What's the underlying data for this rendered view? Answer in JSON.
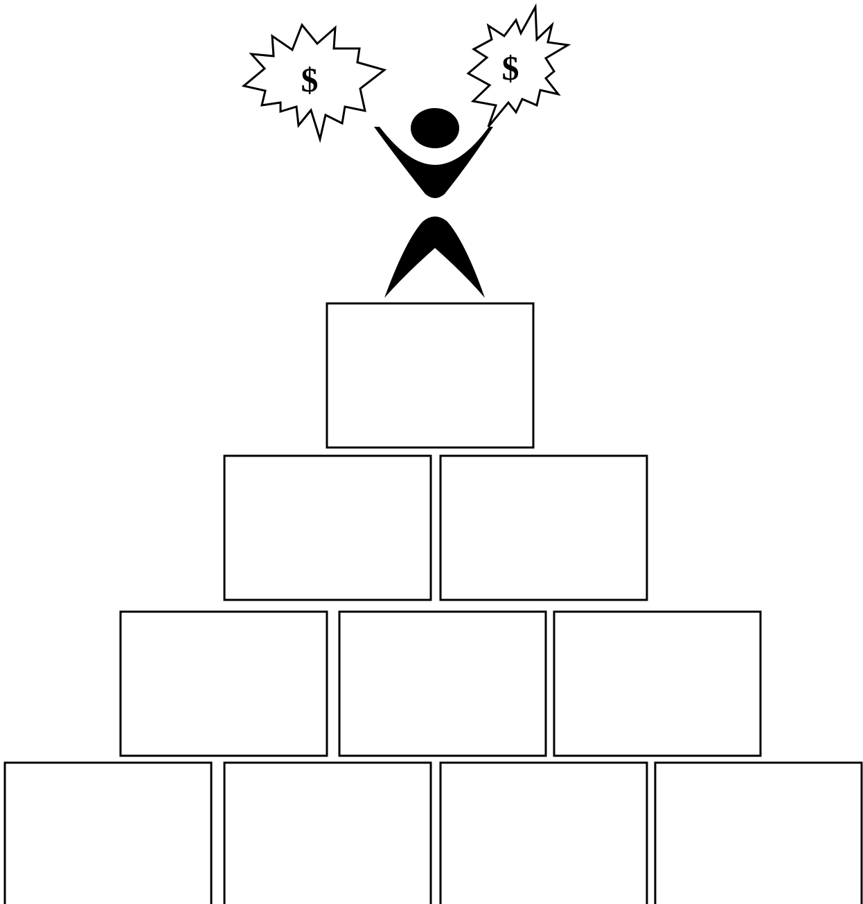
{
  "diagram": {
    "burst_left": {
      "symbol": "$"
    },
    "burst_right": {
      "symbol": "$"
    },
    "pyramid": {
      "rows": [
        {
          "row": "top",
          "block_count": 1
        },
        {
          "row": "second",
          "block_count": 2
        },
        {
          "row": "third",
          "block_count": 3
        },
        {
          "row": "bottom",
          "block_count": 4
        }
      ]
    },
    "colors": {
      "stroke": "#000000",
      "fill": "#ffffff",
      "figure": "#000000"
    }
  }
}
